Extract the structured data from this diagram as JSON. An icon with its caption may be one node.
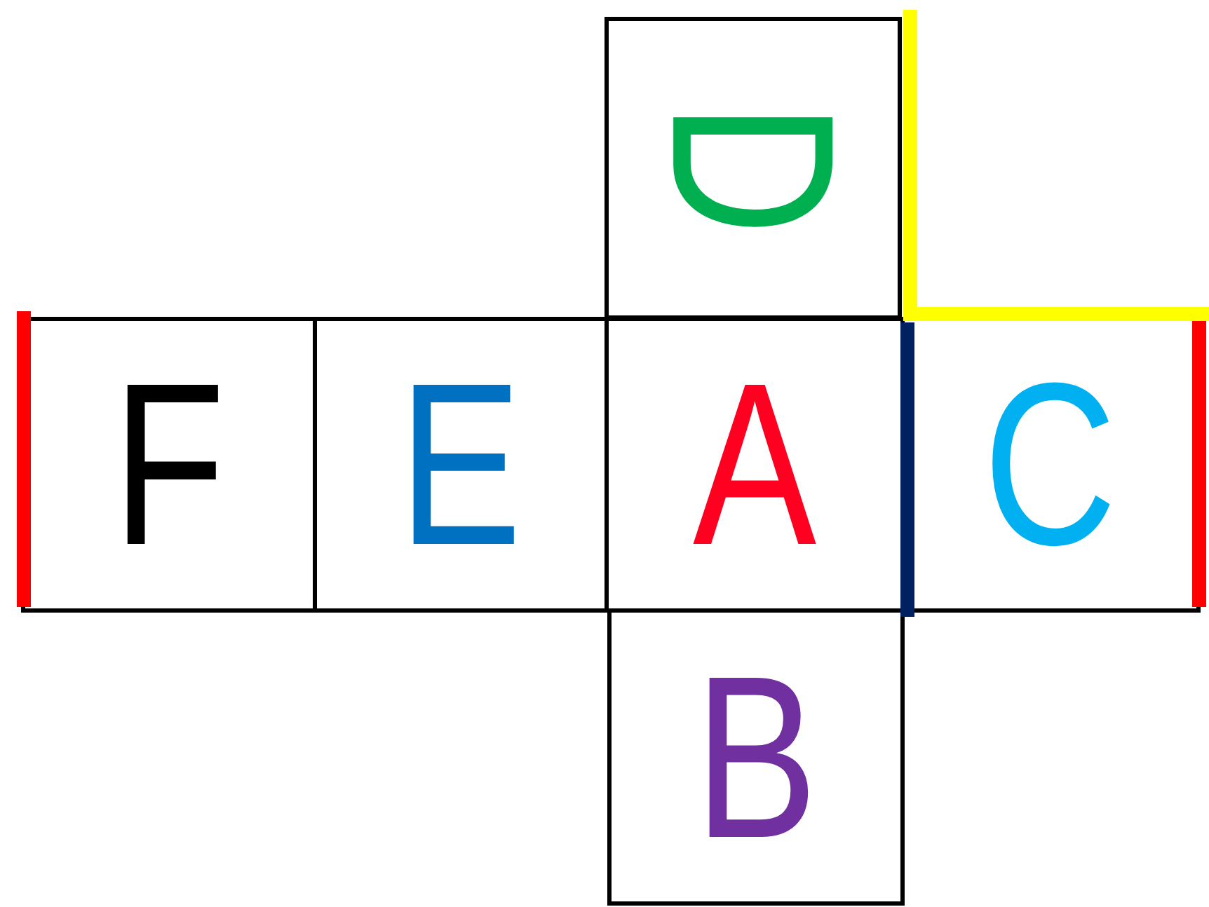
{
  "diagram": {
    "nodes": [
      {
        "text": [
          "D"
        ]
      },
      {
        "text": [
          "F"
        ]
      },
      {
        "text": [
          "E"
        ]
      },
      {
        "text": [
          "A"
        ]
      },
      {
        "text": [
          "C"
        ]
      },
      {
        "text": [
          "B"
        ]
      }
    ]
  }
}
